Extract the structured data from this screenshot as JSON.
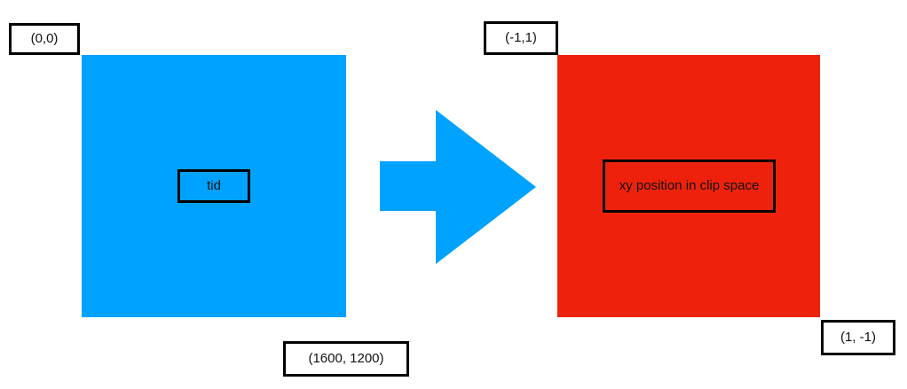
{
  "colors": {
    "source_square": "#00A2FF",
    "target_square": "#EE220C",
    "arrow": "#00A2FF",
    "border": "#000000"
  },
  "source": {
    "top_left_label": "(0,0)",
    "bottom_right_label": "(1600, 1200)",
    "center_label": "tid"
  },
  "arrow": {
    "icon": "right-arrow-icon"
  },
  "target": {
    "top_left_label": "(-1,1)",
    "bottom_right_label": "(1, -1)",
    "center_label": "xy position in clip space"
  }
}
